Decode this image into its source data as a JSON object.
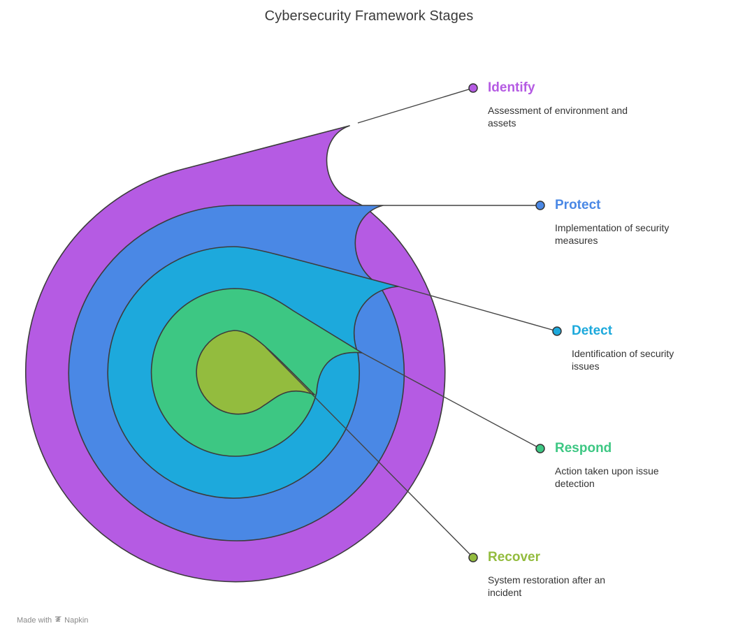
{
  "title": "Cybersecurity Framework Stages",
  "stages": [
    {
      "name": "Identify",
      "description": "Assessment of environment and assets",
      "color": "#B55BE3"
    },
    {
      "name": "Protect",
      "description": "Implementation of security measures",
      "color": "#4A88E5"
    },
    {
      "name": "Detect",
      "description": "Identification of security issues",
      "color": "#1DA9DC"
    },
    {
      "name": "Respond",
      "description": "Action taken upon issue detection",
      "color": "#3DC783"
    },
    {
      "name": "Recover",
      "description": "System restoration after an incident",
      "color": "#93BC3E"
    }
  ],
  "footer": {
    "prefix": "Made with",
    "brand": "Napkin",
    "icon": "napkin-logo-icon"
  }
}
